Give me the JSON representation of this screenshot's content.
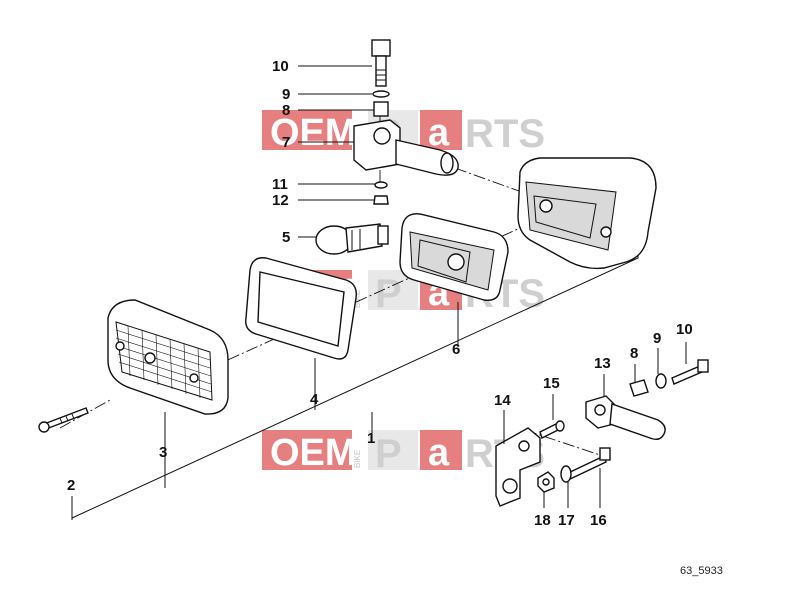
{
  "callouts": {
    "c1": "1",
    "c2": "2",
    "c3": "3",
    "c4": "4",
    "c5": "5",
    "c6": "6",
    "c7": "7",
    "c8": "8",
    "c9": "9",
    "c10": "10",
    "c11": "11",
    "c12": "12",
    "c8b": "8",
    "c9b": "9",
    "c10b": "10",
    "c13": "13",
    "c14": "14",
    "c15": "15",
    "c16": "16",
    "c17": "17",
    "c18": "18"
  },
  "watermark": {
    "oem": "OEM",
    "bike": "BIKE",
    "p": "P",
    "a": "a",
    "rts": "RTS"
  },
  "diagram_ref": "63_5933",
  "colors": {
    "watermark_red": "#e0686a",
    "watermark_grey": "#cfcfcf",
    "line": "#111111"
  }
}
